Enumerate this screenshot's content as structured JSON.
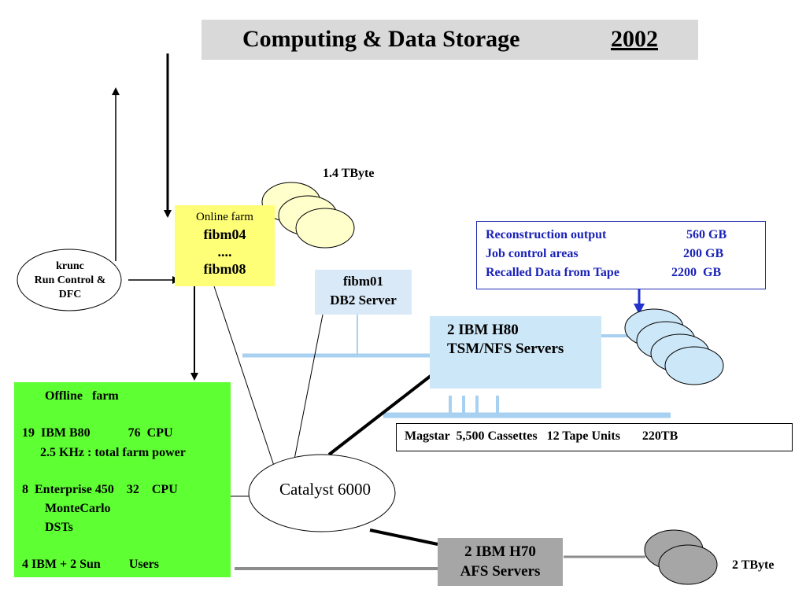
{
  "title": {
    "text": "Computing & Data Storage",
    "year": "2002"
  },
  "krunc": {
    "line1": "krunc",
    "line2": "Run Control &",
    "line3": "DFC"
  },
  "online_farm": {
    "title": "Online farm",
    "node1": "fibm04",
    "dots": "....",
    "node2": "fibm08"
  },
  "online_disk": {
    "capacity": "1.4 TByte"
  },
  "db2": {
    "line1": "fibm01",
    "line2": "DB2 Server"
  },
  "storage_areas": {
    "color": "#1a22b8",
    "rows": [
      {
        "label": "Reconstruction output",
        "value": "560 GB"
      },
      {
        "label": "Job control areas",
        "value": "200 GB"
      },
      {
        "label": "Recalled Data from Tape",
        "value": "2200  GB"
      }
    ]
  },
  "tsm": {
    "line1": "2 IBM H80",
    "line2": "TSM/NFS Servers"
  },
  "magstar": {
    "text": "Magstar  5,500 Cassettes   12 Tape Units       220TB"
  },
  "offline_farm": {
    "title": "Offline   farm",
    "ibm_b80": "19  IBM B80            76  CPU",
    "power": "2.5 KHz : total farm power",
    "enterprise": "8  Enterprise 450    32    CPU",
    "montecarlo": "MonteCarlo",
    "dsts": "DSTs",
    "users": "4 IBM + 2 Sun         Users"
  },
  "catalyst": {
    "label": "Catalyst 6000"
  },
  "afs": {
    "line1": "2 IBM H70",
    "line2": "AFS Servers"
  },
  "afs_disk": {
    "capacity": "2 TByte"
  },
  "colors": {
    "online_farm": "#ffff77",
    "offline_farm": "#5eff33",
    "tsm_box": "#cce7f7",
    "db2_box": "#d9e9f7",
    "afs_box": "#a6a6a6",
    "title_bar": "#d9d9d9",
    "lan_line": "#a8d0f0"
  }
}
